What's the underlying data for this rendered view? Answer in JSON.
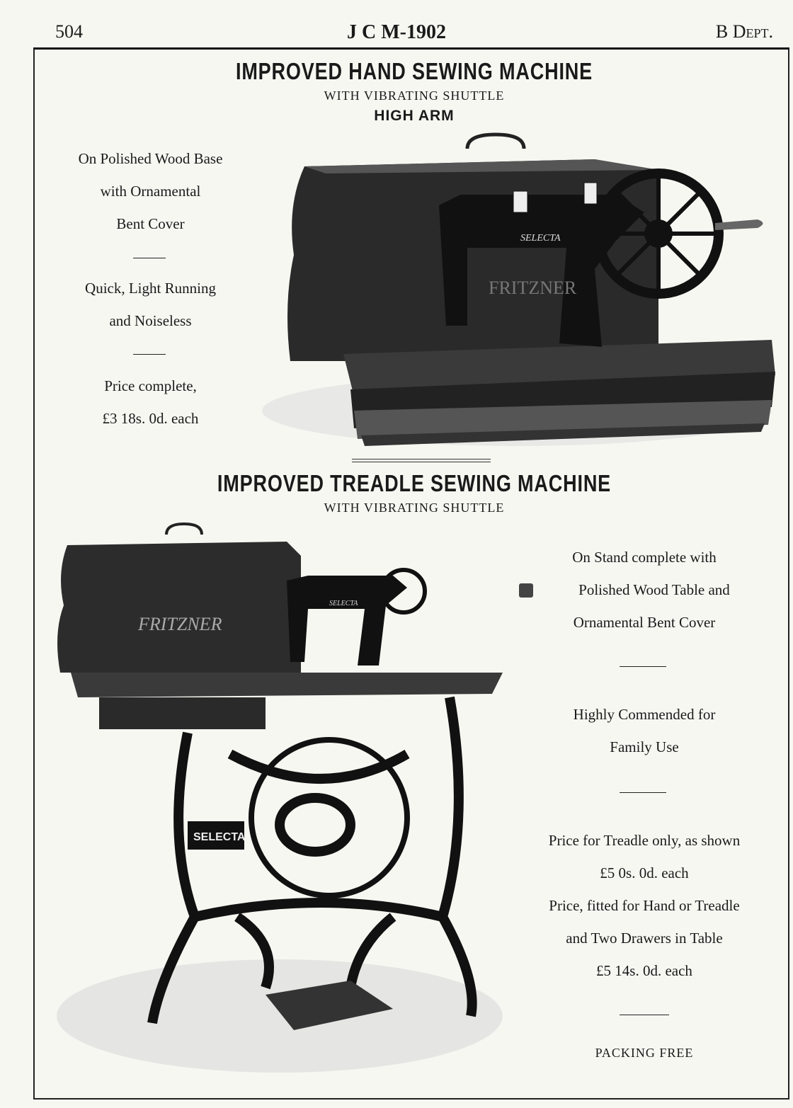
{
  "header": {
    "page_number": "504",
    "catalog": "J C M-1902",
    "department": "B Dept."
  },
  "hand_machine": {
    "title": "IMPROVED HAND SEWING MACHINE",
    "subtitle": "WITH VIBRATING SHUTTLE",
    "tagline": "HIGH ARM",
    "description_lines": [
      "On Polished Wood Base",
      "with Ornamental",
      "Bent Cover"
    ],
    "feature_lines": [
      "Quick, Light Running",
      "and Noiseless"
    ],
    "price_lines": [
      "Price complete,",
      "£3  18s.  0d.  each"
    ],
    "illustration_labels": [
      "SELECTA",
      "FRITZNER"
    ]
  },
  "treadle_machine": {
    "title": "IMPROVED TREADLE SEWING MACHINE",
    "subtitle": "WITH VIBRATING SHUTTLE",
    "description_lines": [
      "On Stand complete with",
      "Polished Wood Table and",
      "Ornamental Bent Cover"
    ],
    "feature_lines": [
      "Highly Commended for",
      "Family Use"
    ],
    "price_lines": [
      "Price for Treadle only, as shown",
      "£5  0s.  0d.  each",
      "Price, fitted for Hand or Treadle",
      "and Two Drawers in Table",
      "£5  14s.  0d.  each"
    ],
    "footer_note": "PACKING FREE",
    "illustration_labels": [
      "SELECTA",
      "FRITZNER"
    ]
  }
}
